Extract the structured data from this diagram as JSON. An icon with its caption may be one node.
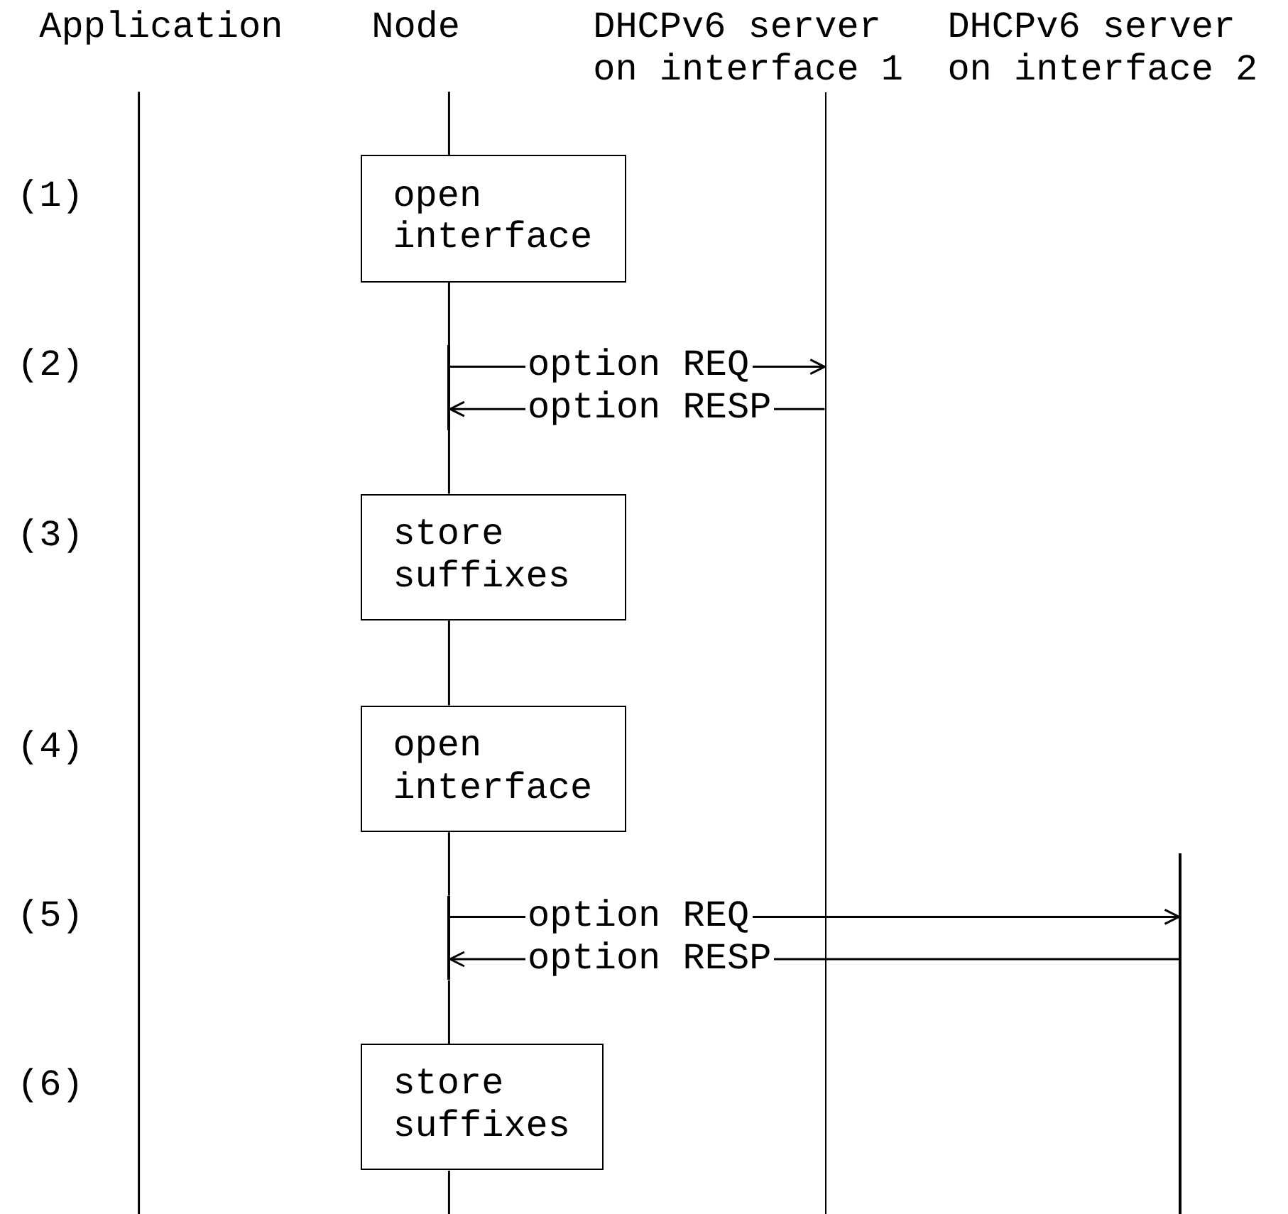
{
  "diagram": {
    "nodes": [
      {
        "text": [
          "Application"
        ]
      },
      {
        "text": [
          "Node"
        ]
      },
      {
        "text": [
          "DHCPv6 server on interface 1"
        ]
      },
      {
        "text": [
          "DHCPv6 server on interface 2"
        ]
      },
      {
        "text": [
          "open interface"
        ]
      },
      {
        "text": [
          "store suffixes"
        ]
      },
      {
        "text": [
          "open interface"
        ]
      },
      {
        "text": [
          "store suffixes"
        ]
      },
      {
        "text": [],
        "shape": "bar"
      },
      {
        "text": [],
        "shape": "bar"
      },
      {
        "text": [],
        "shape": "bar"
      },
      {
        "text": [],
        "shape": "bar"
      }
    ],
    "edges": [
      {
        "from": 0,
        "to": null,
        "arrow": "none"
      },
      {
        "from": 1,
        "to": 4,
        "arrow": "none"
      },
      {
        "from": 4,
        "to": 8,
        "arrow": "none"
      },
      {
        "from": 8,
        "to": 9,
        "arrow": "to",
        "label": "option REQ"
      },
      {
        "from": 9,
        "to": 8,
        "arrow": "to",
        "label": "option RESP"
      },
      {
        "from": 8,
        "to": 5,
        "arrow": "none"
      },
      {
        "from": 5,
        "to": 6,
        "arrow": "none"
      },
      {
        "from": 6,
        "to": 10,
        "arrow": "none"
      },
      {
        "from": 10,
        "to": 11,
        "arrow": "to",
        "label": "option REQ"
      },
      {
        "from": 11,
        "to": 10,
        "arrow": "to",
        "label": "option RESP"
      },
      {
        "from": 10,
        "to": 7,
        "arrow": "none"
      },
      {
        "from": 7,
        "to": null,
        "arrow": "none"
      }
    ],
    "labels": [
      "(1)",
      "(2)",
      "(3)",
      "(4)",
      "(5)",
      "(6)"
    ]
  }
}
